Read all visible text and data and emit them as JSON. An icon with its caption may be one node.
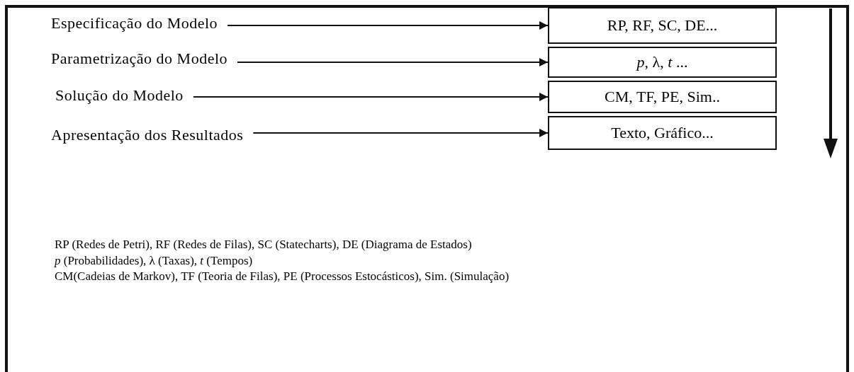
{
  "diagram": {
    "nodes": [
      {
        "text": [
          "Especificação do Modelo"
        ]
      },
      {
        "text": [
          "Parametrização do Modelo"
        ]
      },
      {
        "text": [
          "Solução do Modelo"
        ]
      },
      {
        "text": [
          "Apresentação dos Resultados"
        ]
      },
      {
        "text": [
          "RP, RF, SC, DE..."
        ]
      },
      {
        "text": [
          "*p*, λ, *t* ..."
        ]
      },
      {
        "text": [
          "CM, TF, PE, Sim.."
        ]
      },
      {
        "text": [
          "Texto, Gráfico..."
        ]
      }
    ],
    "edges": [
      {
        "from": 0,
        "to": 4,
        "arrow": "to"
      },
      {
        "from": 1,
        "to": 5,
        "arrow": "to"
      },
      {
        "from": 2,
        "to": 6,
        "arrow": "to"
      },
      {
        "from": 3,
        "to": 7,
        "arrow": "to"
      }
    ],
    "labels": [
      "RP (Redes de Petri), RF (Redes de Filas), SC (Statecharts), DE (Diagrama de Estados)",
      "*p* (Probabilidades), λ (Taxas), *t* (Tempos)",
      "CM(Cadeias de Markov), TF (Teoria de Filas), PE (Processos Estocásticos), Sim. (Simulação)"
    ]
  }
}
